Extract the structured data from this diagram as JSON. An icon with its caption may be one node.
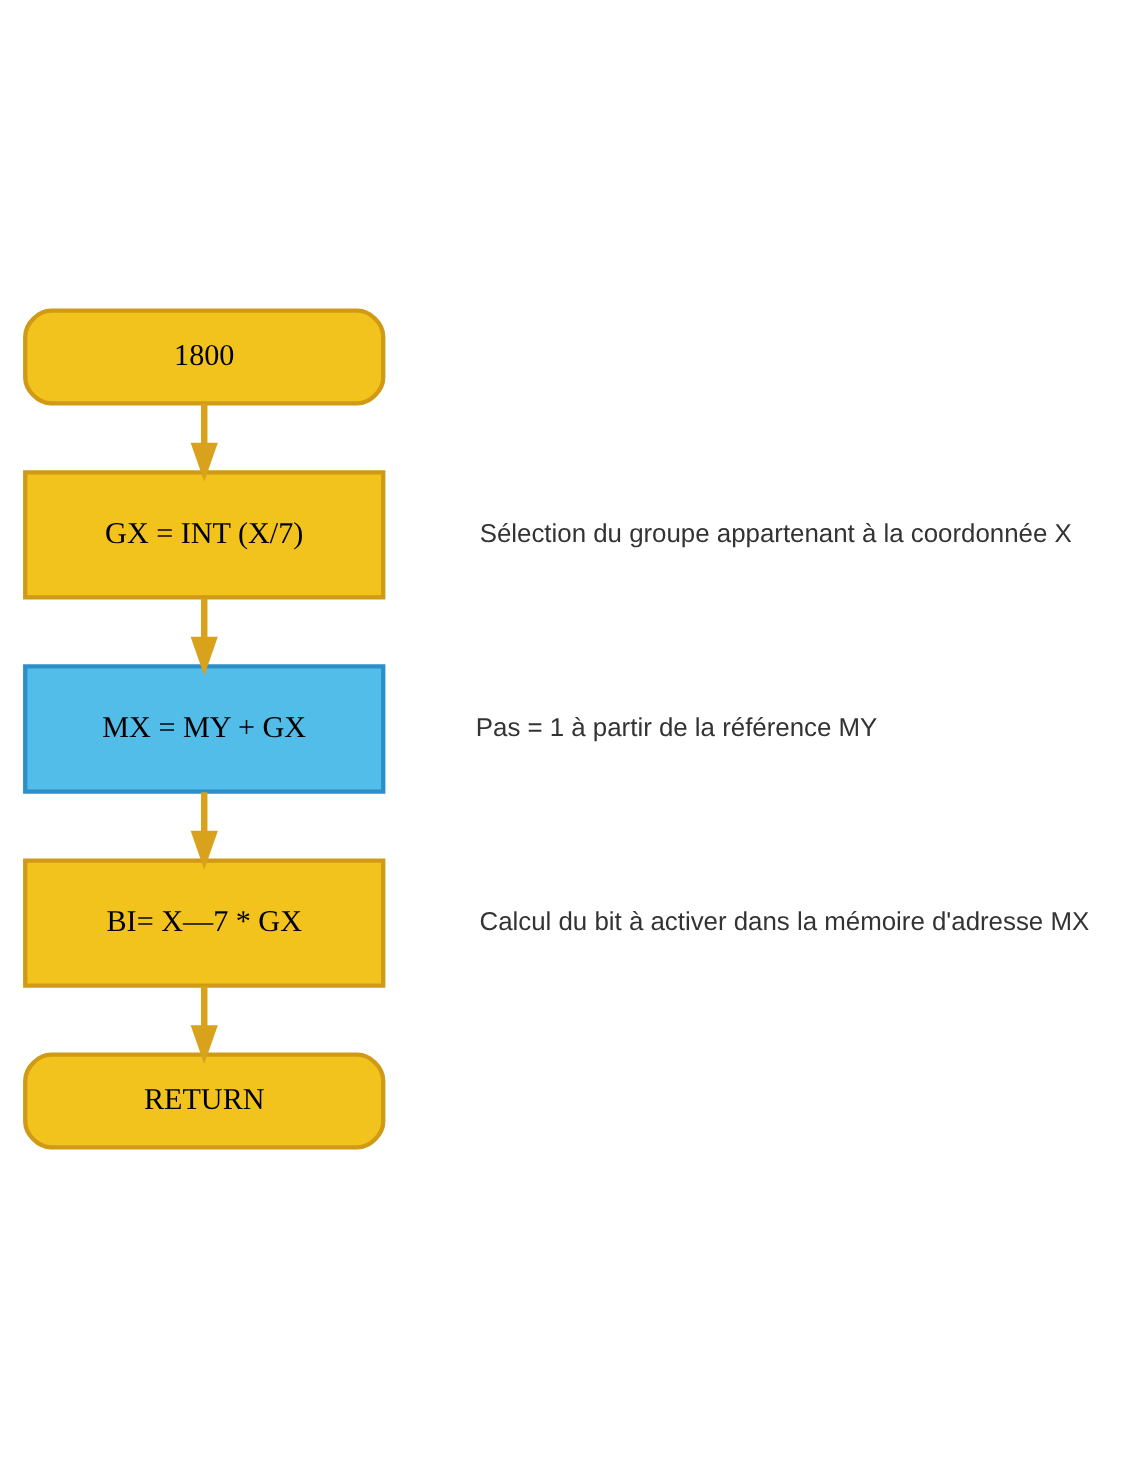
{
  "diagram": {
    "nodes": [
      {
        "text": [
          "1800"
        ]
      },
      {
        "text": [
          "GX = INT (X/7)"
        ],
        "beside": [
          "Sélection du groupe appartenant à la coordonnée X"
        ]
      },
      {
        "text": [
          "MX = MY + GX"
        ],
        "beside": [
          "Pas = 1 à partir de la référence MY"
        ]
      },
      {
        "text": [
          "BI= X—7 * GX"
        ],
        "beside": [
          "Calcul du bit à activer dans la mémoire d'adresse MX"
        ]
      },
      {
        "text": [
          "RETURN"
        ]
      }
    ],
    "edges": [
      {
        "from": 0,
        "to": 1,
        "arrow": "to"
      },
      {
        "from": 1,
        "to": 2,
        "arrow": "to"
      },
      {
        "from": 2,
        "to": 3,
        "arrow": "to"
      },
      {
        "from": 3,
        "to": 4,
        "arrow": "to"
      }
    ]
  }
}
